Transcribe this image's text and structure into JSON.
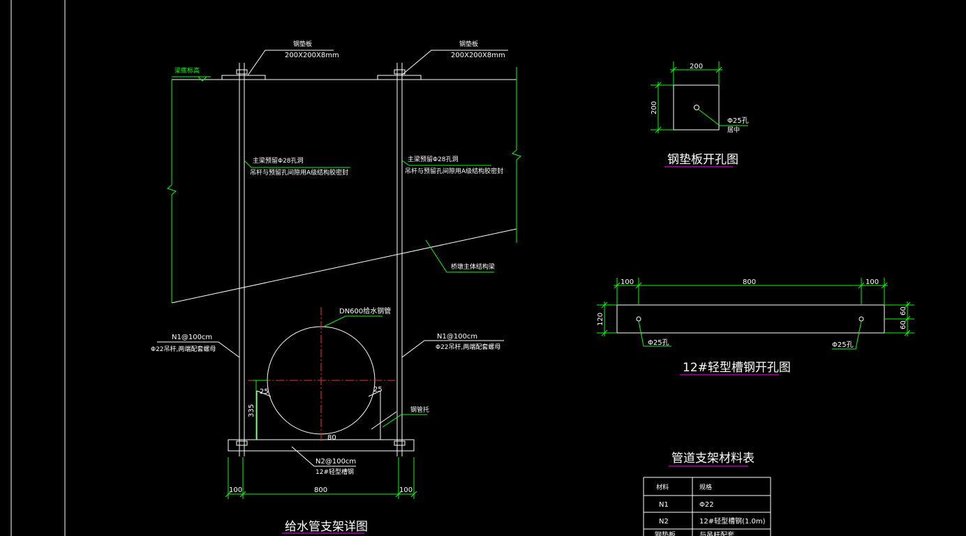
{
  "colors": {
    "background": "#000000",
    "geometry": "#ffffff",
    "dimension": "#00ff00",
    "centerline": "#ff2a2a",
    "title_underline": "#ff00ff"
  },
  "main_detail": {
    "title": "给水管支架详图",
    "beam_level_label": "梁底标高",
    "plate_left_label": "钢垫板",
    "plate_left_size": "200X200X8mm",
    "plate_right_label": "钢垫板",
    "plate_right_size": "200X200X8mm",
    "note_left_line1": "主梁预留Φ28孔洞",
    "note_left_line2": "吊杆与预留孔间隙用A级结构胶密封",
    "note_right_line1": "主梁预留Φ28孔洞",
    "note_right_line2": "吊杆与预留孔间隙用A级结构胶密封",
    "beam_body_label": "桥墩主体结构梁",
    "pipe_label": "DN600给水钢管",
    "rod_left_line1": "N1@100cm",
    "rod_left_line2": "Φ22吊杆,两端配套螺母",
    "rod_right_line1": "N1@100cm",
    "rod_right_line2": "Φ22吊杆,两端配套螺母",
    "steel_support_label": "钢管托",
    "channel_line1": "N2@100cm",
    "channel_line2": "12#轻型槽钢",
    "dim_height_335": "335",
    "dim_25_left": "25",
    "dim_25_right": "25",
    "dim_80": "80",
    "dim_100_left": "100",
    "dim_800": "800",
    "dim_100_right": "100"
  },
  "plate_detail": {
    "title": "钢垫板开孔图",
    "dim_width": "200",
    "dim_height": "200",
    "hole_label": "Φ25孔",
    "hole_position": "居中"
  },
  "channel_detail": {
    "title": "12#轻型槽钢开孔图",
    "dim_100_left": "100",
    "dim_800": "800",
    "dim_100_right": "100",
    "dim_120": "120",
    "dim_60_top": "60",
    "dim_60_bottom": "60",
    "hole_left_label": "Φ25孔",
    "hole_right_label": "Φ25孔"
  },
  "material_table": {
    "title": "管道支架材料表",
    "headers": [
      "材料",
      "规格"
    ],
    "rows": [
      [
        "N1",
        "Φ22"
      ],
      [
        "N2",
        "12#轻型槽钢(1.0m)"
      ],
      [
        "钢垫板",
        "与吊杆配套"
      ]
    ]
  }
}
